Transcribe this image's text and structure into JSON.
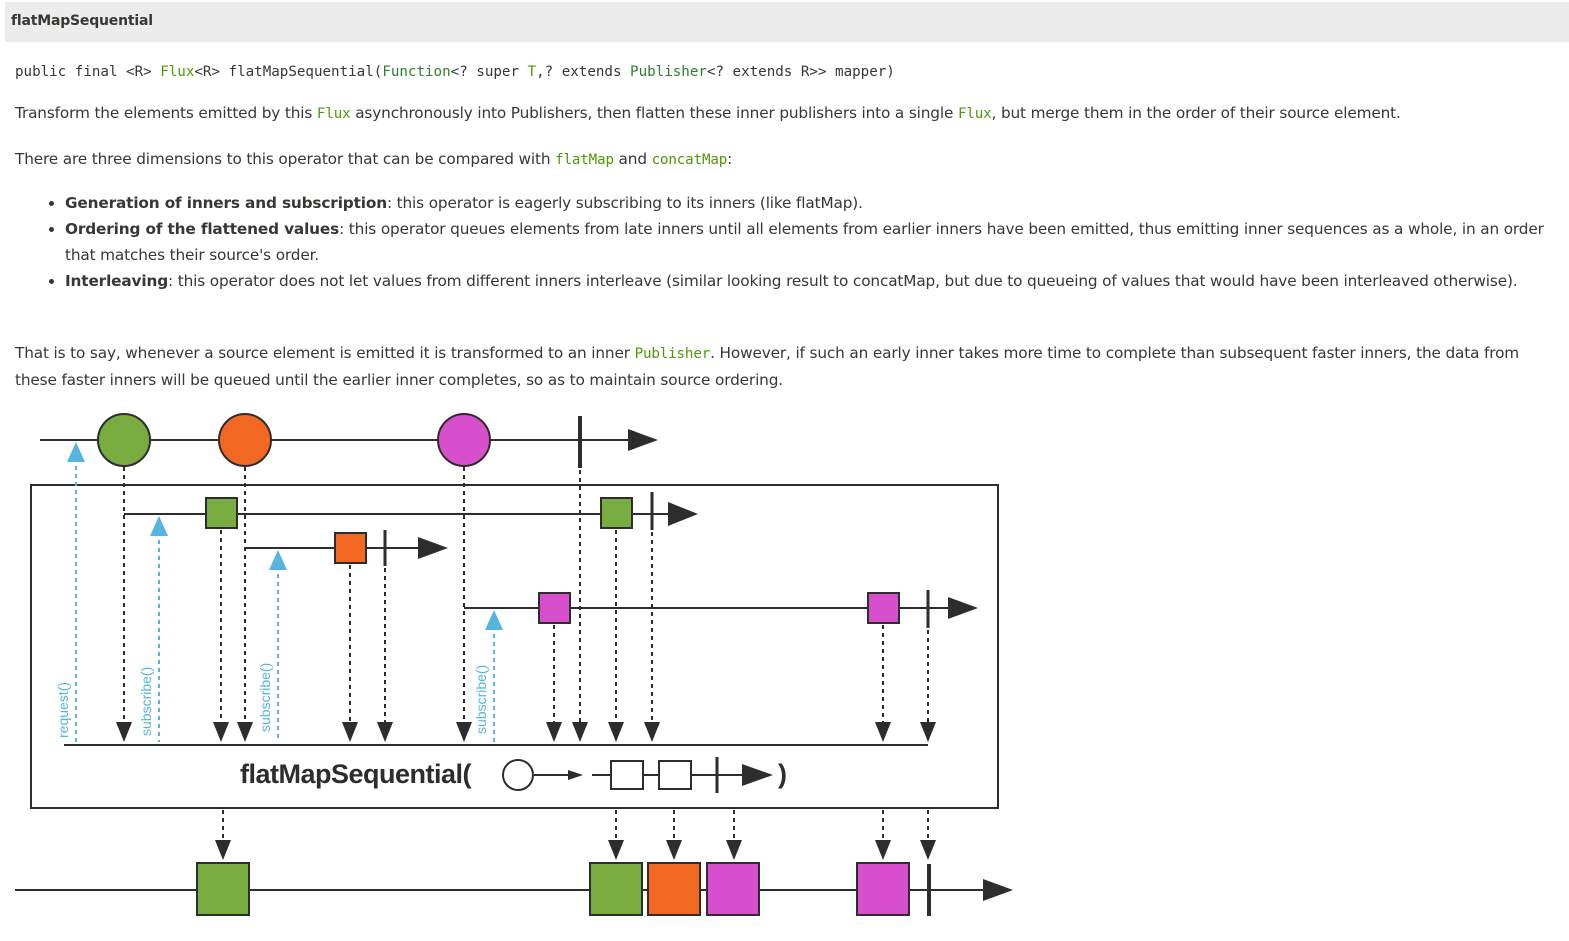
{
  "header": {
    "title": "flatMapSequential"
  },
  "signature": {
    "prefix": "public final <R> ",
    "flux": "Flux",
    "mid1": "<R> flatMapSequential(",
    "function": "Function",
    "mid2": "<? super ",
    "T": "T",
    "mid3": ",? extends ",
    "publisher": "Publisher",
    "suffix": "<? extends R>> mapper)"
  },
  "description": {
    "p1_before": "Transform the elements emitted by this ",
    "p1_code1": "Flux",
    "p1_mid": " asynchronously into Publishers, then flatten these inner publishers into a single ",
    "p1_code2": "Flux",
    "p1_after": ", but merge them in the order of their source element.",
    "p2_before": "There are three dimensions to this operator that can be compared with ",
    "p2_code1": "flatMap",
    "p2_mid": " and ",
    "p2_code2": "concatMap",
    "p2_after": ":"
  },
  "dimensions": [
    {
      "term": "Generation of inners and subscription",
      "text": ": this operator is eagerly subscribing to its inners (like flatMap)."
    },
    {
      "term": "Ordering of the flattened values",
      "text": ": this operator queues elements from late inners until all elements from earlier inners have been emitted, thus emitting inner sequences as a whole, in an order that matches their source's order."
    },
    {
      "term": "Interleaving",
      "text": ": this operator does not let values from different inners interleave (similar looking result to concatMap, but due to queueing of values that would have been interleaved otherwise)."
    }
  ],
  "closing": {
    "before": "That is to say, whenever a source element is emitted it is transformed to an inner ",
    "code": "Publisher",
    "after": ". However, if such an early inner takes more time to complete than subsequent faster inners, the data from these faster inners will be queued until the earlier inner completes, so as to maintain source ordering."
  },
  "diagram": {
    "operator_label": "flatMapSequential(",
    "operator_close": ")",
    "request_label": "request()",
    "subscribe_label": "subscribe()",
    "colors": {
      "green": "#79ad41",
      "orange": "#f26722",
      "magenta": "#d84fcd",
      "signal": "#55b5de",
      "line": "#2d2d2d"
    }
  }
}
